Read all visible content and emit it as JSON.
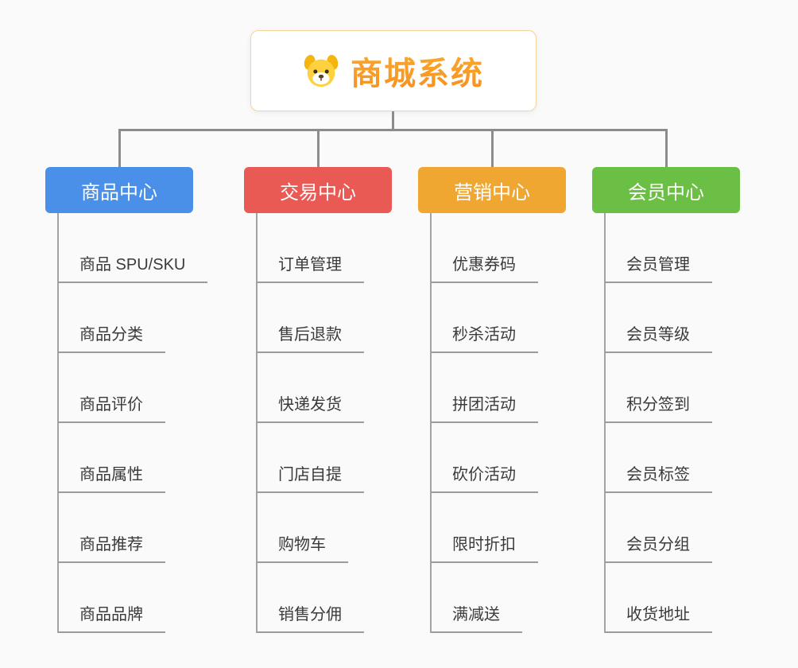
{
  "root": {
    "title": "商城系统",
    "icon": "dog-icon"
  },
  "colors": {
    "connector": "#8c8c8c",
    "underline": "#9b9b9b",
    "root_text": "#f89a22"
  },
  "branches": [
    {
      "label": "商品中心",
      "color": "#4a90e8",
      "children": [
        "商品 SPU/SKU",
        "商品分类",
        "商品评价",
        "商品属性",
        "商品推荐",
        "商品品牌"
      ]
    },
    {
      "label": "交易中心",
      "color": "#ea5a55",
      "children": [
        "订单管理",
        "售后退款",
        "快递发货",
        "门店自提",
        "购物车",
        "销售分佣"
      ]
    },
    {
      "label": "营销中心",
      "color": "#f0a732",
      "children": [
        "优惠券码",
        "秒杀活动",
        "拼团活动",
        "砍价活动",
        "限时折扣",
        "满减送"
      ]
    },
    {
      "label": "会员中心",
      "color": "#6cbf45",
      "children": [
        "会员管理",
        "会员等级",
        "积分签到",
        "会员标签",
        "会员分组",
        "收货地址"
      ]
    }
  ]
}
